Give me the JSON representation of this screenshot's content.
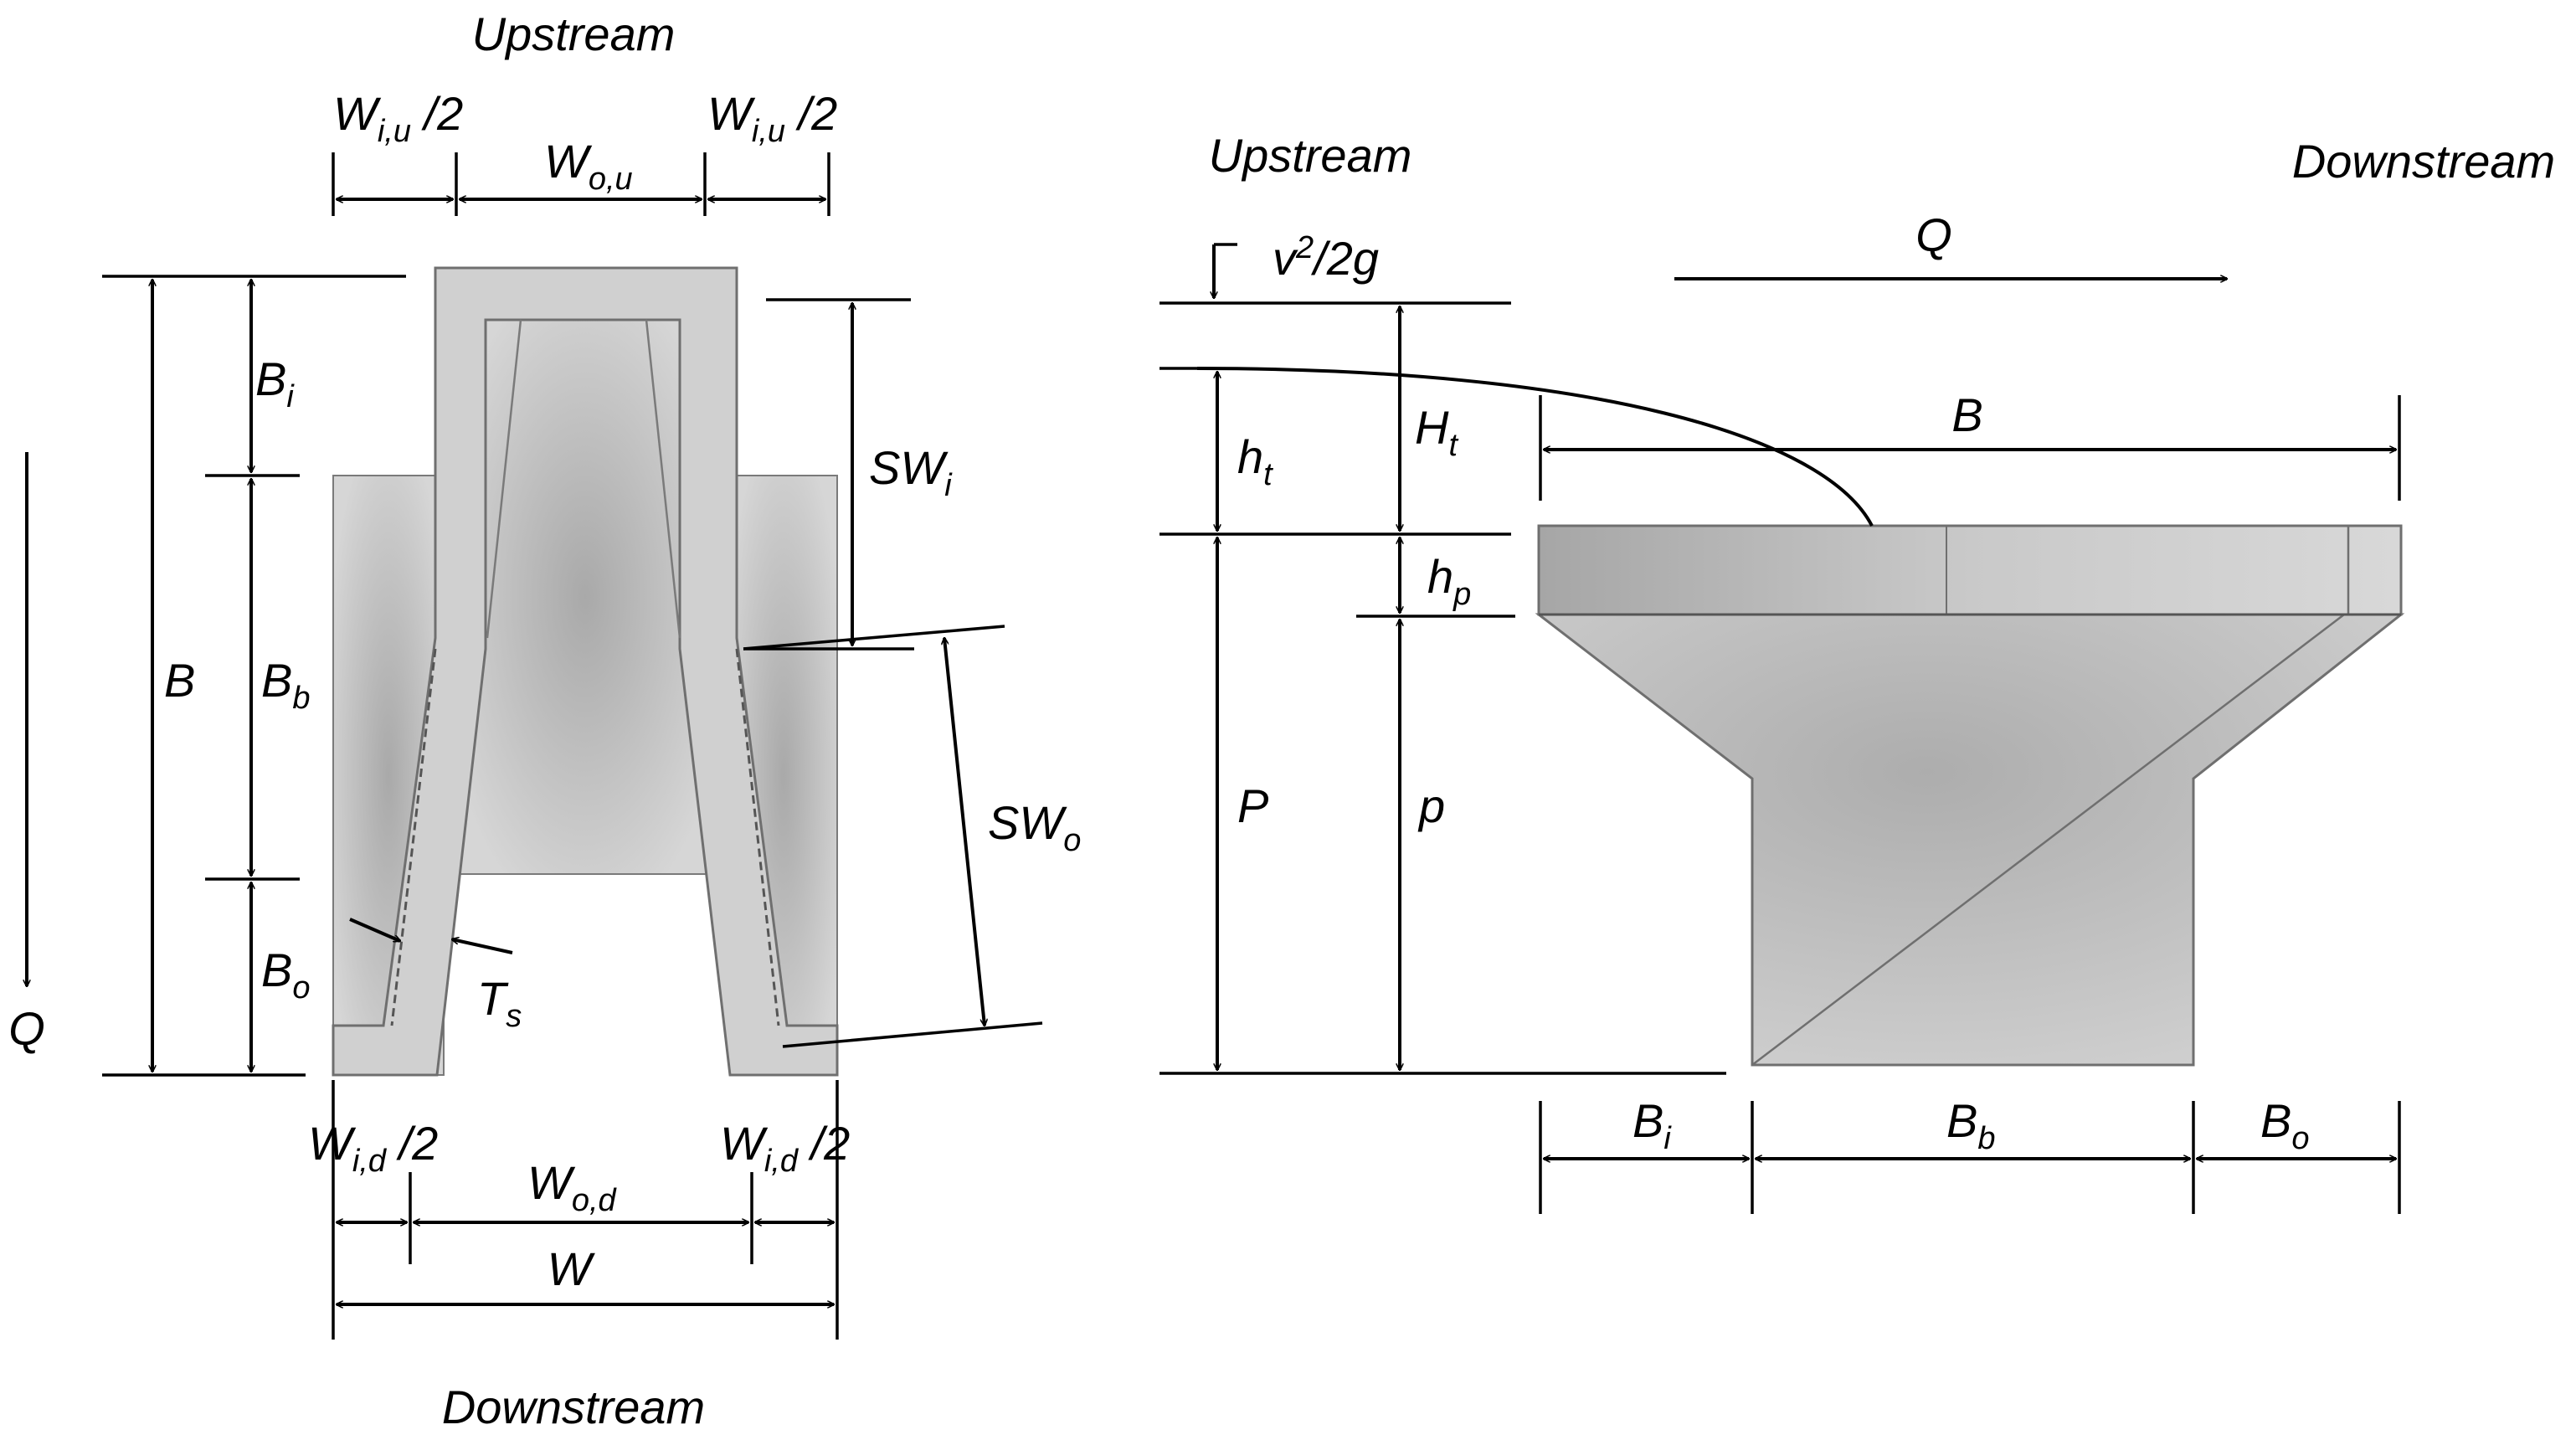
{
  "left_view": {
    "top_title": "Upstream",
    "bottom_title": "Downstream",
    "flow_label": "Q",
    "dims": {
      "wiu_left": {
        "main": "W",
        "sub": "i,u",
        "suffix": " /2"
      },
      "wou": {
        "main": "W",
        "sub": "o,u",
        "suffix": ""
      },
      "wiu_right": {
        "main": "W",
        "sub": "i,u",
        "suffix": " /2"
      },
      "b_total": {
        "main": "B",
        "sub": "",
        "suffix": ""
      },
      "bi": {
        "main": "B",
        "sub": "i",
        "suffix": ""
      },
      "bb": {
        "main": "B",
        "sub": "b",
        "suffix": ""
      },
      "bo": {
        "main": "B",
        "sub": "o",
        "suffix": ""
      },
      "swi": {
        "main": "SW",
        "sub": "i",
        "suffix": ""
      },
      "swo": {
        "main": "SW",
        "sub": "o",
        "suffix": ""
      },
      "ts": {
        "main": "T",
        "sub": "s",
        "suffix": ""
      },
      "wid_left": {
        "main": "W",
        "sub": "i,d",
        "suffix": " /2"
      },
      "wod": {
        "main": "W",
        "sub": "o,d",
        "suffix": ""
      },
      "wid_right": {
        "main": "W",
        "sub": "i,d",
        "suffix": " /2"
      },
      "w": {
        "main": "W",
        "sub": "",
        "suffix": ""
      }
    }
  },
  "right_view": {
    "upstream_title": "Upstream",
    "downstream_title": "Downstream",
    "flow_label": "Q",
    "velocity_head": {
      "main": "v",
      "sup": "2",
      "rest": "/2g"
    },
    "dims": {
      "ht_big": {
        "main": "H",
        "sub": "t"
      },
      "ht_small": {
        "main": "h",
        "sub": "t"
      },
      "hp": {
        "main": "h",
        "sub": "p"
      },
      "p_big": {
        "main": "P",
        "sub": ""
      },
      "p_small": {
        "main": "p",
        "sub": ""
      },
      "b_total": {
        "main": "B",
        "sub": ""
      },
      "bi": {
        "main": "B",
        "sub": "i"
      },
      "bb": {
        "main": "B",
        "sub": "b"
      },
      "bo": {
        "main": "B",
        "sub": "o"
      }
    }
  },
  "colors": {
    "wall_fill": "#d0d0d0",
    "wall_stroke": "#6f6f6f",
    "floor_shade": "#bdbdbd",
    "line": "#000000"
  }
}
